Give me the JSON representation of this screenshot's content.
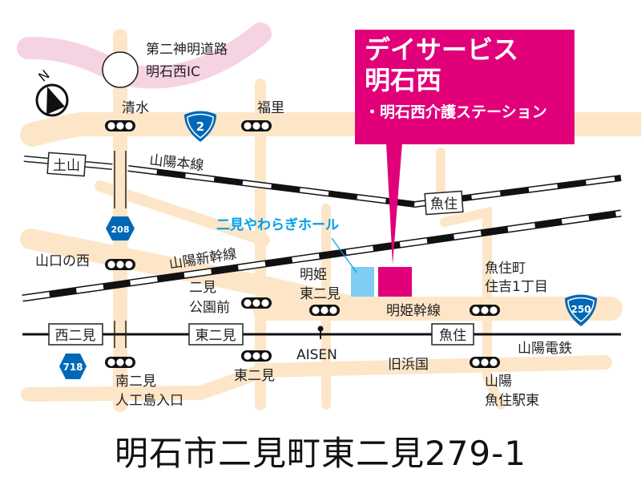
{
  "facility": {
    "name_line1": "デイサービス",
    "name_line2": "明石西",
    "sub": "・明石西介護ステーション",
    "neighbor": "二見やわらぎホール"
  },
  "address": "明石市二見町東二見279-1",
  "colors": {
    "accent": "#e2007a",
    "neighbor": "#7fcdf0",
    "road": "#fde6c8",
    "expressway": "#f6d3e3",
    "shield": "#0068b7"
  },
  "labels": {
    "expressway": "第二神明道路",
    "ic": "明石西IC",
    "shimizu": "清水",
    "fukusato": "福里",
    "sanyo_main": "山陽本線",
    "shinkansen": "山陽新幹線",
    "yamaguchi_nishi": "山口の西",
    "futami_park_1": "二見",
    "futami_park_2": "公園前",
    "meihime_1": "明姫",
    "meihime_2": "東二見",
    "meihime_kansen": "明姫幹線",
    "uozumi_cho_1": "魚住町",
    "uozumi_cho_2": "住吉1丁目",
    "sanyo_dentetsu": "山陽電鉄",
    "aisen": "AISEN",
    "kyu_hamakoku": "旧浜国",
    "higashi_futami_sig": "東二見",
    "minami_futami_1": "南二見",
    "minami_futami_2": "人工島入口",
    "sanyo_uozumi_1": "山陽",
    "sanyo_uozumi_2": "魚住駅東",
    "north": "N"
  },
  "stations": {
    "tsuchiyama": "土山",
    "uozumi_jr": "魚住",
    "nishi_futami": "西二見",
    "higashi_futami": "東二見",
    "uozumi_sanyo": "魚住"
  },
  "routes": {
    "r2": "2",
    "r208": "208",
    "r718": "718",
    "r250": "250"
  }
}
